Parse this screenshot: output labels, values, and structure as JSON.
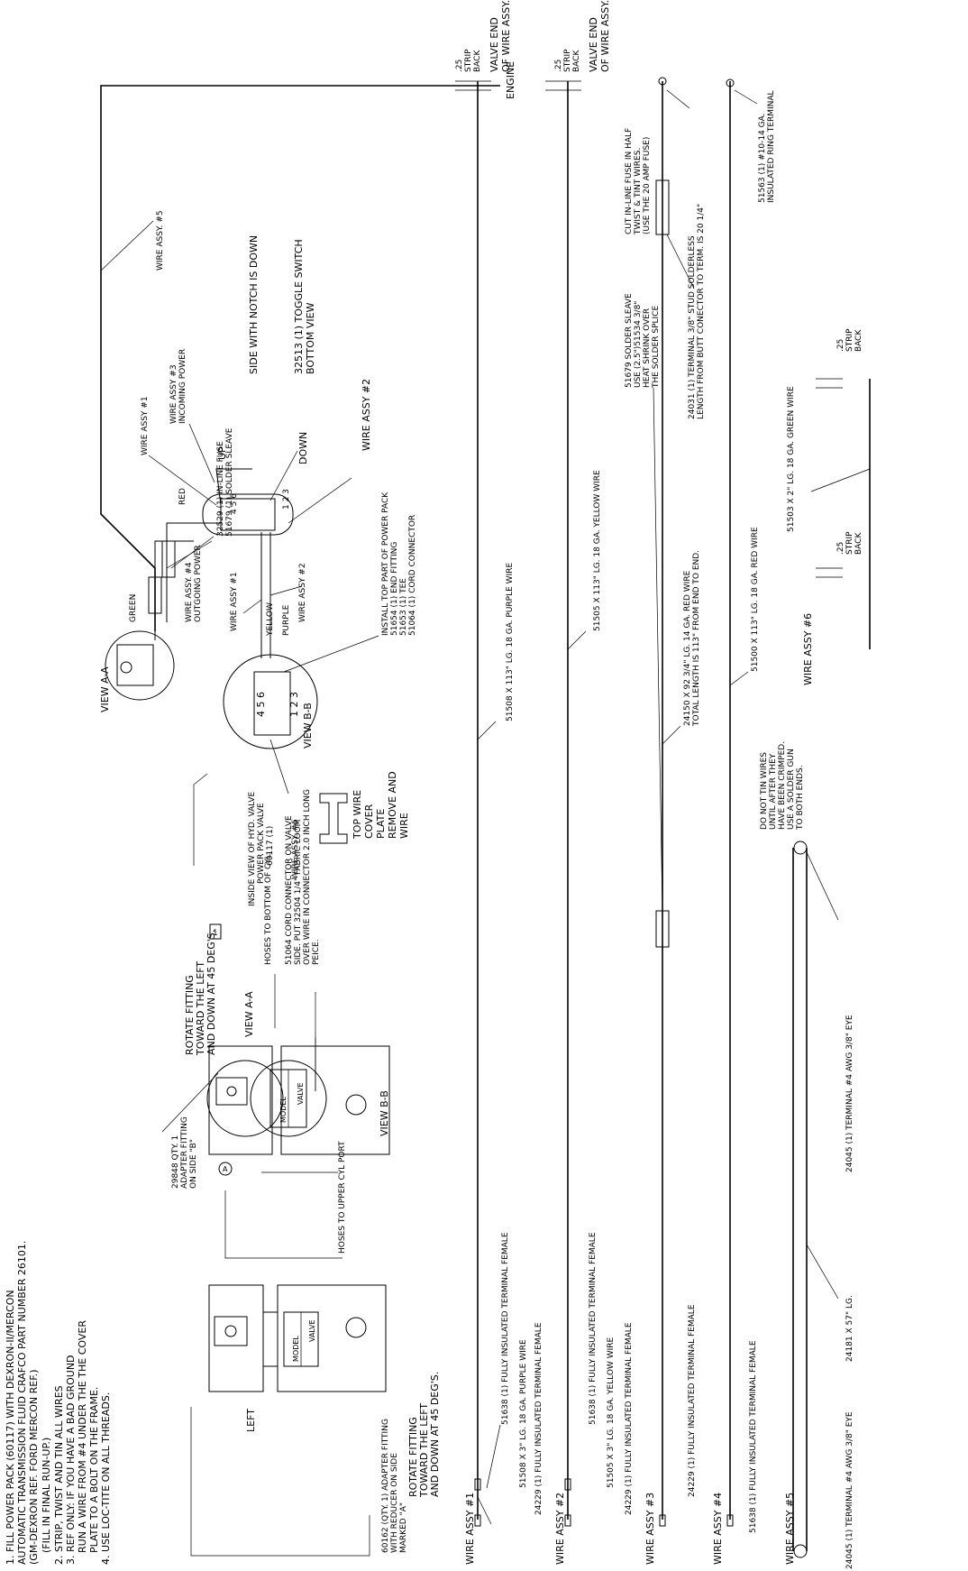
{
  "notes": {
    "n1a": "1. FILL POWER PACK (60117) WITH DEXRON-II/MERCON",
    "n1b": "AUTOMATIC TRANSMISSION FLUID CRAFCO PART NUMBER 26101.",
    "n1c": "(GM-DEXRON REF. FORD MERCON REF.)",
    "n1d": "(FILL IN FINAL RUN-UP.)",
    "n2": "2. STRIP, TWIST AND TIN ALL WIRES",
    "n3a": "3. REF ONLY: IF YOU HAVE A BAD GROUND",
    "n3b": "RUN A WIRE FROM #4 UNDER THE THE COVER",
    "n3c": "PLATE TO A BOLT ON THE FRAME.",
    "n4": "4. USE LOC-TITE ON ALL THREADS."
  },
  "assembly": {
    "left": "LEFT",
    "adapter_a_1": "60162 (QTY. 1) ADAPTER FITTING",
    "adapter_a_2": "WITH REDUCER ON SIDE",
    "adapter_a_3": "MARKED \"A\"",
    "rotate_a_1": "ROTATE FITTING",
    "rotate_a_2": "TOWARD THE LEFT",
    "rotate_a_3": "AND DOWN AT 45 DEG'S.",
    "adapter_b_1": "29848 QTY. 1",
    "adapter_b_2": "ADAPTER FITTING",
    "adapter_b_3": "ON SIDE \"B\"",
    "rotate_b_1": "ROTATE FITTING",
    "rotate_b_2": "TOWARD THE LEFT",
    "rotate_b_3": "AND DOWN AT 45 DEG'S.",
    "view_aa": "VIEW A-A",
    "view_bb": "VIEW B-B",
    "hoses_bottom": "HOSES TO BOTTOM OF CYL.",
    "hoses_upper": "HOSES TO UPPER CYL PORT",
    "cord_1": "51064 CORD CONNECTOR ON VALVE",
    "cord_2": "SIDE. PUT 32504 1/4\" FABRIC LOOM",
    "cord_3": "OVER WIRE IN CONNECTOR 2.0 INCH LONG",
    "cord_4": "PEICE.",
    "note_box": "1",
    "inside_1": "INSIDE VIEW OF HYD. VALVE",
    "inside_2": "POWER PACK VALVE",
    "inside_3": "60117 (1)",
    "model": "MODEL",
    "valve": "VALVE",
    "circle_a": "A"
  },
  "view_aa": {
    "title": "VIEW A-A",
    "green": "GREEN",
    "red": "RED",
    "fuse_1": "32529 (1) IN-LINE FUSE",
    "fuse_2": "51679 (1) SOLDER SLEAVE",
    "wire5": "WIRE ASSY. #5",
    "engine": "ENGINE",
    "wire1": "WIRE ASSY #1",
    "wire3_1": "WIRE ASSY #3",
    "wire3_2": "INCOMING POWER",
    "wire4_1": "WIRE ASSY. #4",
    "wire4_2": "OUTGOING POWER",
    "side_notch": "SIDE WITH NOTCH IS DOWN",
    "toggle_1": "32513 (1) TOGGLE SWITCH",
    "toggle_2": "BOTTOM VIEW",
    "wire2": "WIRE ASSY #2",
    "up": "UP",
    "down": "DOWN",
    "yellow": "YELLOW",
    "purple": "PURPLE",
    "wire1b": "WIRE ASSY #1",
    "wire2b": "WIRE ASSY #2",
    "pins_top": "4  5  6",
    "pins_bottom": "1  2  3",
    "install_1": "INSTALL TOP PART OF POWER PACK",
    "install_2": "51654 (1) END FITTING",
    "install_3": "51653 (1) TEE",
    "install_4": "51064 (1) CORD CONNECTOR",
    "view_bb": "VIEW B-B",
    "cover_1": "TOP WIRE",
    "cover_2": "COVER",
    "cover_3": "PLATE",
    "cover_4": "REMOVE AND",
    "cover_5": "WIRE",
    "wire6": "WIRE ASSY. #6"
  },
  "wires": {
    "w1_label": "WIRE ASSY #1",
    "w1_term_a": "51638 (1) FULLY INSULATED TERMINAL FEMALE",
    "w1_short": "51508 X 3\" LG. 18 GA. PURPLE WIRE",
    "w1_term_b": "24229 (1) FULLY INSULATED TERMINAL FEMALE",
    "w1_long": "51508 X 113\" LG. 18 GA. PURPLE WIRE",
    "w2_label": "WIRE ASSY #2",
    "w2_term_a": "51638 (1) FULLY INSULATED TERMINAL FEMALE",
    "w2_short": "51505 X 3\" LG. 18 GA. YELLOW WIRE",
    "w2_term_b": "24229 (1) FULLY INSULATED TERMINAL FEMALE",
    "w2_long": "51505 X 113\" LG. 18 GA. YELLOW WIRE",
    "w3_label": "WIRE ASSY #3",
    "w3_term": "24229 (1) FULLY INSULATED TERMINAL FEMALE",
    "w3_red_1": "24150 X 92 3/4\" LG. 14 GA. RED WIRE",
    "w3_red_2": "TOTAL LENGTH IS 113\" FROM END TO END.",
    "w3_sleeve_1": "51679 SOLDER SLEAVE",
    "w3_sleeve_2": "USE (2.5\")51534 3/8\"",
    "w3_sleeve_3": "HEAT SHRINK OVER",
    "w3_sleeve_4": "THE SOLDER SPLICE",
    "w3_stud_1": "24031 (1) TERMINAL 3/8\" STUD SOLDERLESS",
    "w3_stud_2": "LENGTH FROM BUTT CONECTOR TO TERM. IS 20 1/4\"",
    "w3_fuse_1": "CUT IN-LINE FUSE IN HALF",
    "w3_fuse_2": "TWIST & TINT WIRES.",
    "w3_fuse_3": "(USE THE 20 AMP FUSE)",
    "w4_label": "WIRE ASSY #4",
    "w4_term": "51638 (1) FULLY INSULATED TERMINAL FEMALE",
    "w4_red": "51500 X 113\" LG. 18 GA. RED WIRE",
    "w4_ring_1": "51563 (1) #10-14 GA.",
    "w4_ring_2": "INSULATED RING TERMINAL",
    "w5_label": "WIRE ASSY #5",
    "w5_eye_a": "24045 (1) TERMINAL #4 AWG 3/8\" EYE",
    "w5_wire": "24181 X 57\" LG.",
    "w5_eye_b": "24045 (1) TERMINAL #4 AWG 3/8\" EYE",
    "w5_dont_1": "DO NOT TIN WIRES",
    "w5_dont_2": "UNTIL AFTER THEY",
    "w5_dont_3": "HAVE BEEN CRIMPED.",
    "w5_dont_4": "USE A SOLDER GUN",
    "w5_dont_5": "TO BOTH ENDS.",
    "w6_label": "WIRE ASSY #6",
    "w6_green": "51503 X 2\" LG. 18 GA. GREEN WIRE",
    "strip_val": ".25",
    "strip_1": "STRIP",
    "strip_2": "BACK",
    "valve_end_1": "VALVE END",
    "valve_end_2": "OF WIRE ASSY."
  }
}
